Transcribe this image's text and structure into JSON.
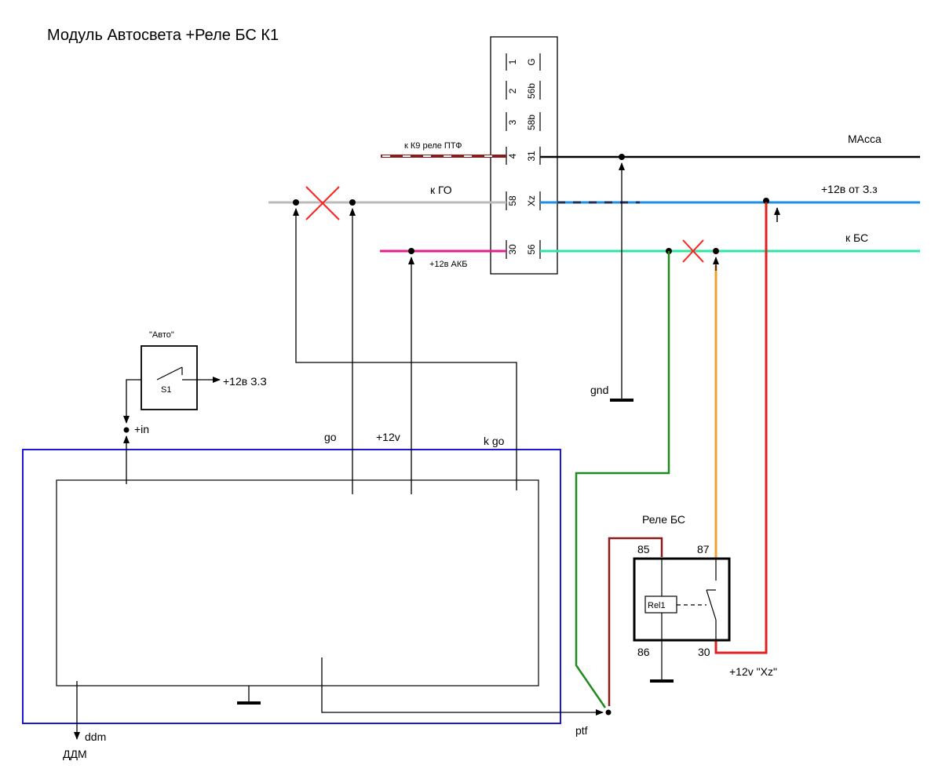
{
  "title": "Модуль Автосвета +Реле БС К1",
  "connector": {
    "left_pins": [
      "1",
      "2",
      "3",
      "4",
      "58",
      "30"
    ],
    "right_pins": [
      "G",
      "56b",
      "58b",
      "31",
      "Xz",
      "56"
    ]
  },
  "wires": {
    "ptf_relay": "к К9 реле ПТФ",
    "go": "к ГО",
    "akb": "+12в АКБ",
    "mass": "МАсса",
    "ign": "+12в от З.з",
    "bs": "к БС"
  },
  "switch": {
    "title": "\"Авто\"",
    "name": "S1",
    "output": "+12в З.З"
  },
  "module_pins": {
    "in": "+in",
    "go": "go",
    "v12": "+12v",
    "kgo": "k go",
    "ddm": "ddm",
    "ddm_ru": "ДДМ",
    "ptf": "ptf",
    "gnd": "gnd"
  },
  "relay": {
    "title": "Реле БС",
    "coil": "Rel1",
    "pin85": "85",
    "pin87": "87",
    "pin86": "86",
    "pin30": "30",
    "supply": "+12v \"Xz\""
  },
  "colors": {
    "module_border": "#1a1ad6",
    "go_wire": "#bbbbbb",
    "akb_wire": "#e0208c",
    "ign_wire": "#1e8fe0",
    "bs_wire": "#2ee6a0",
    "ptf_wire": "#8b1a1a",
    "green_wire": "#1f8a1f",
    "orange_wire": "#f0a030",
    "red_wire": "#e02020",
    "cross": "#ff2020"
  }
}
